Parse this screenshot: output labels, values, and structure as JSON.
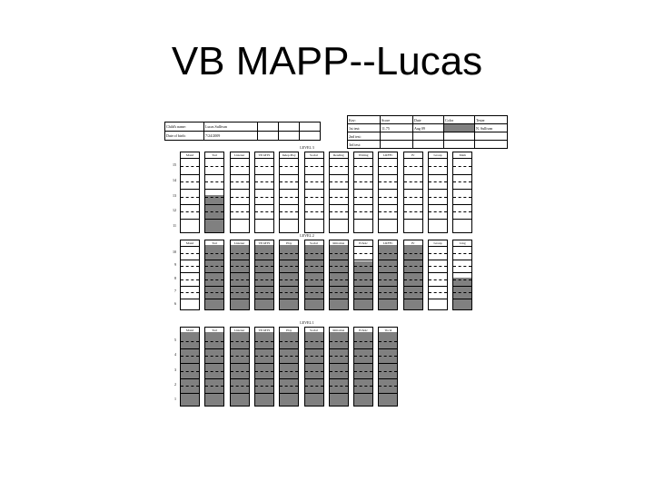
{
  "title": "VB MAPP--Lucas",
  "info_table": {
    "rows": [
      [
        "Child's name:",
        "Lucas Sullivan",
        "",
        "",
        ""
      ],
      [
        "Date of birth:",
        "7/24/2009",
        "",
        "",
        ""
      ]
    ]
  },
  "score_table": {
    "headers": [
      "Key:",
      "Score",
      "Date",
      "Color",
      "Tester"
    ],
    "rows": [
      [
        "1st test:",
        "11.75",
        "Aug 09",
        "",
        "N. Sullivan"
      ],
      [
        "2nd test:",
        "",
        "",
        "",
        ""
      ],
      [
        "3rd test:",
        "",
        "",
        "",
        ""
      ]
    ]
  },
  "levels": [
    {
      "label": "LEVEL 3",
      "columns": [
        "Mand",
        "Tact",
        "Listener",
        "VP-MTS",
        "Indep Play",
        "Social",
        "Reading",
        "Writing",
        "LRFFC",
        "IV",
        "Group",
        "Math"
      ],
      "row_labels": [
        "15",
        "14",
        "13",
        "12",
        "11"
      ],
      "fill_levels": [
        0,
        0.5,
        0,
        0,
        0,
        0,
        0,
        0,
        0,
        0,
        0,
        0
      ]
    },
    {
      "label": "LEVEL 2",
      "columns": [
        "Mand",
        "Tact",
        "Listener",
        "VP-MTS",
        "Play",
        "Social",
        "Imitation",
        "Echoic",
        "LRFFC",
        "IV",
        "Group",
        "Ling"
      ],
      "row_labels": [
        "10",
        "9",
        "8",
        "7",
        "6"
      ],
      "fill_levels": [
        0,
        1,
        1,
        1,
        1,
        1,
        1,
        0.75,
        1,
        1,
        0,
        0.5
      ]
    },
    {
      "label": "LEVEL 1",
      "columns": [
        "Mand",
        "Tact",
        "Listener",
        "VP-MTS",
        "Play",
        "Social",
        "Imitation",
        "Echoic",
        "Vocal"
      ],
      "row_labels": [
        "5",
        "4",
        "3",
        "2",
        "1"
      ],
      "fill_levels": [
        1,
        1,
        1,
        1,
        1,
        1,
        1,
        1,
        1
      ]
    }
  ]
}
